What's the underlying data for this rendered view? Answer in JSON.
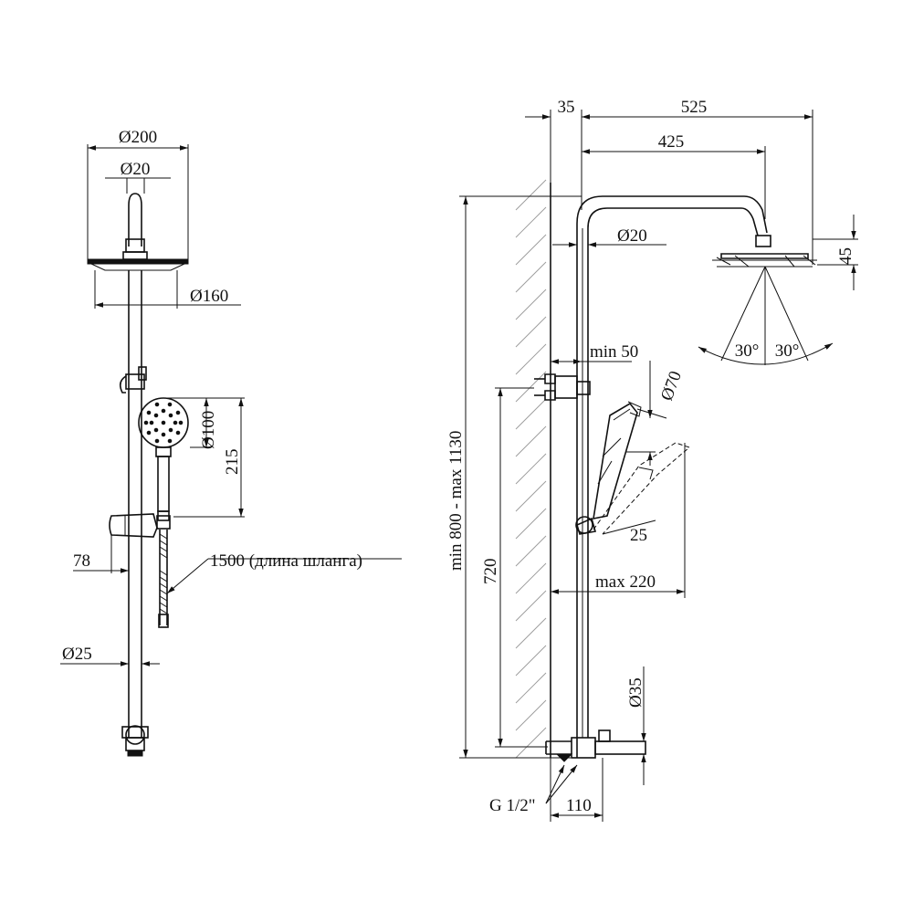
{
  "labels": {
    "head_diameter": "Ø200",
    "arm_diameter_front": "Ø20",
    "head_face_diameter": "Ø160",
    "hand_shower_diameter": "Ø100",
    "holder_spacing": "215",
    "holder_offset": "78",
    "hose_length": "1500 (длина шланга)",
    "rail_diameter": "Ø25",
    "wall_offset": "35",
    "arm_reach_total": "525",
    "arm_reach": "425",
    "arm_diameter_side": "Ø20",
    "head_height": "45",
    "spray_angle_left": "30°",
    "spray_angle_right": "30°",
    "bracket_min": "min 50",
    "hand_head_diameter": "Ø70",
    "height_range": "min 800 - max 1130",
    "mixer_height": "720",
    "tilt_angle": "25",
    "hand_reach_max": "max 220",
    "mixer_diameter": "Ø35",
    "inlet_thread": "G 1/2\"",
    "mixer_depth": "110"
  }
}
